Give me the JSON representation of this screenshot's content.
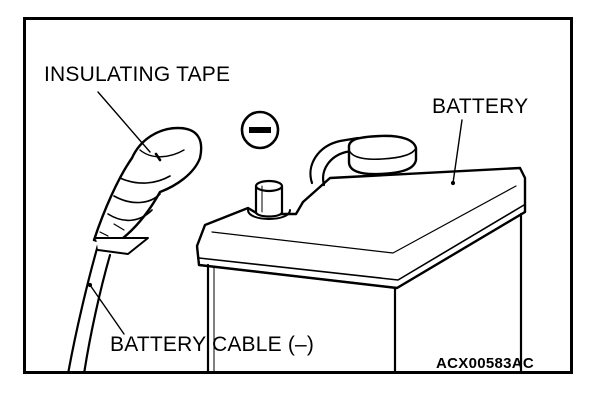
{
  "figure": {
    "labels": {
      "insulating_tape": "INSULATING TAPE",
      "battery": "BATTERY",
      "battery_cable": "BATTERY CABLE (–)",
      "figure_code": "ACX00583AC"
    },
    "symbols": {
      "terminal_polarity": "negative-sign-icon"
    }
  }
}
